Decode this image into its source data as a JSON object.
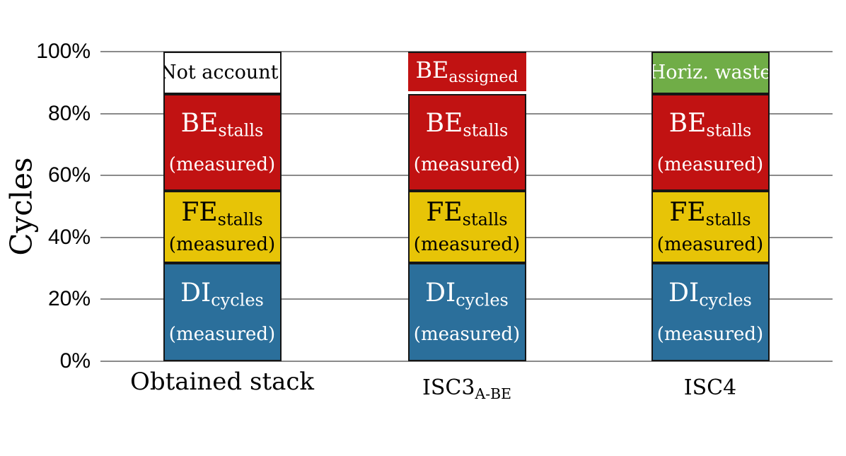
{
  "figure": {
    "background": "#ffffff",
    "description": "Stacked 100% bar chart comparing measured CPU cycle breakdown stacks"
  },
  "chart_data": {
    "type": "bar",
    "stacked": true,
    "normalized": "percent",
    "title": "",
    "ylabel": "Cycles",
    "xlabel": "",
    "ylim": [
      0,
      100
    ],
    "yticks": [
      "0%",
      "20%",
      "40%",
      "60%",
      "80%",
      "100%"
    ],
    "grid": "horizontal",
    "gridline_color": "#8a8a8a",
    "legend_position": "none (labels drawn inside segments)",
    "colors": {
      "di_cycles": "#2b6f9b",
      "fe_stalls": "#e7c407",
      "be_stalls": "#c11212",
      "be_assigned": "#c11212",
      "not_accounted": "#ffffff",
      "horiz_waste": "#70ad47",
      "border": "#151515"
    },
    "categories": [
      {
        "id": "obtained-stack",
        "label": "Obtained stack",
        "sub": "",
        "size": "large"
      },
      {
        "id": "isc3-a-be",
        "label": "ISC3",
        "sub": "A-BE",
        "size": "normal"
      },
      {
        "id": "isc4",
        "label": "ISC4",
        "sub": "",
        "size": "normal"
      }
    ],
    "bars": [
      {
        "category": "Obtained stack",
        "segments": [
          {
            "id": "di-cycles",
            "label": "DI",
            "sub": "cycles",
            "note": "(measured)",
            "value": 31.8,
            "bg": "#2b6f9b",
            "fg": "#ffffff",
            "variant": "boxed"
          },
          {
            "id": "fe-stalls",
            "label": "FE",
            "sub": "stalls",
            "note": "(measured)",
            "value": 23.2,
            "bg": "#e7c407",
            "fg": "#000000",
            "variant": "boxed"
          },
          {
            "id": "be-stalls",
            "label": "BE",
            "sub": "stalls",
            "note": "(measured)",
            "value": 31.3,
            "bg": "#c11212",
            "fg": "#ffffff",
            "variant": "boxed"
          },
          {
            "id": "not-accounted",
            "label": "Not account.",
            "sub": "",
            "note": "",
            "value": 13.7,
            "bg": "#ffffff",
            "fg": "#000000",
            "variant": "boxed"
          }
        ]
      },
      {
        "category": "ISC3 A-BE",
        "segments": [
          {
            "id": "di-cycles",
            "label": "DI",
            "sub": "cycles",
            "note": "(measured)",
            "value": 31.8,
            "bg": "#2b6f9b",
            "fg": "#ffffff",
            "variant": "boxed"
          },
          {
            "id": "fe-stalls",
            "label": "FE",
            "sub": "stalls",
            "note": "(measured)",
            "value": 23.2,
            "bg": "#e7c407",
            "fg": "#000000",
            "variant": "boxed"
          },
          {
            "id": "be-stalls",
            "label": "BE",
            "sub": "stalls",
            "note": "(measured)",
            "value": 31.3,
            "bg": "#c11212",
            "fg": "#ffffff",
            "variant": "boxed"
          },
          {
            "id": "be-assigned",
            "label": "BE",
            "sub": "assigned",
            "note": "",
            "value": 13.7,
            "bg": "#c11212",
            "fg": "#ffffff",
            "variant": "overlay"
          }
        ]
      },
      {
        "category": "ISC4",
        "segments": [
          {
            "id": "di-cycles",
            "label": "DI",
            "sub": "cycles",
            "note": "(measured)",
            "value": 31.8,
            "bg": "#2b6f9b",
            "fg": "#ffffff",
            "variant": "boxed"
          },
          {
            "id": "fe-stalls",
            "label": "FE",
            "sub": "stalls",
            "note": "(measured)",
            "value": 23.2,
            "bg": "#e7c407",
            "fg": "#000000",
            "variant": "boxed"
          },
          {
            "id": "be-stalls",
            "label": "BE",
            "sub": "stalls",
            "note": "(measured)",
            "value": 31.3,
            "bg": "#c11212",
            "fg": "#ffffff",
            "variant": "boxed"
          },
          {
            "id": "horiz-waste",
            "label": "Horiz. waste",
            "sub": "",
            "note": "",
            "value": 13.7,
            "bg": "#70ad47",
            "fg": "#ffffff",
            "variant": "boxed"
          }
        ]
      }
    ]
  }
}
